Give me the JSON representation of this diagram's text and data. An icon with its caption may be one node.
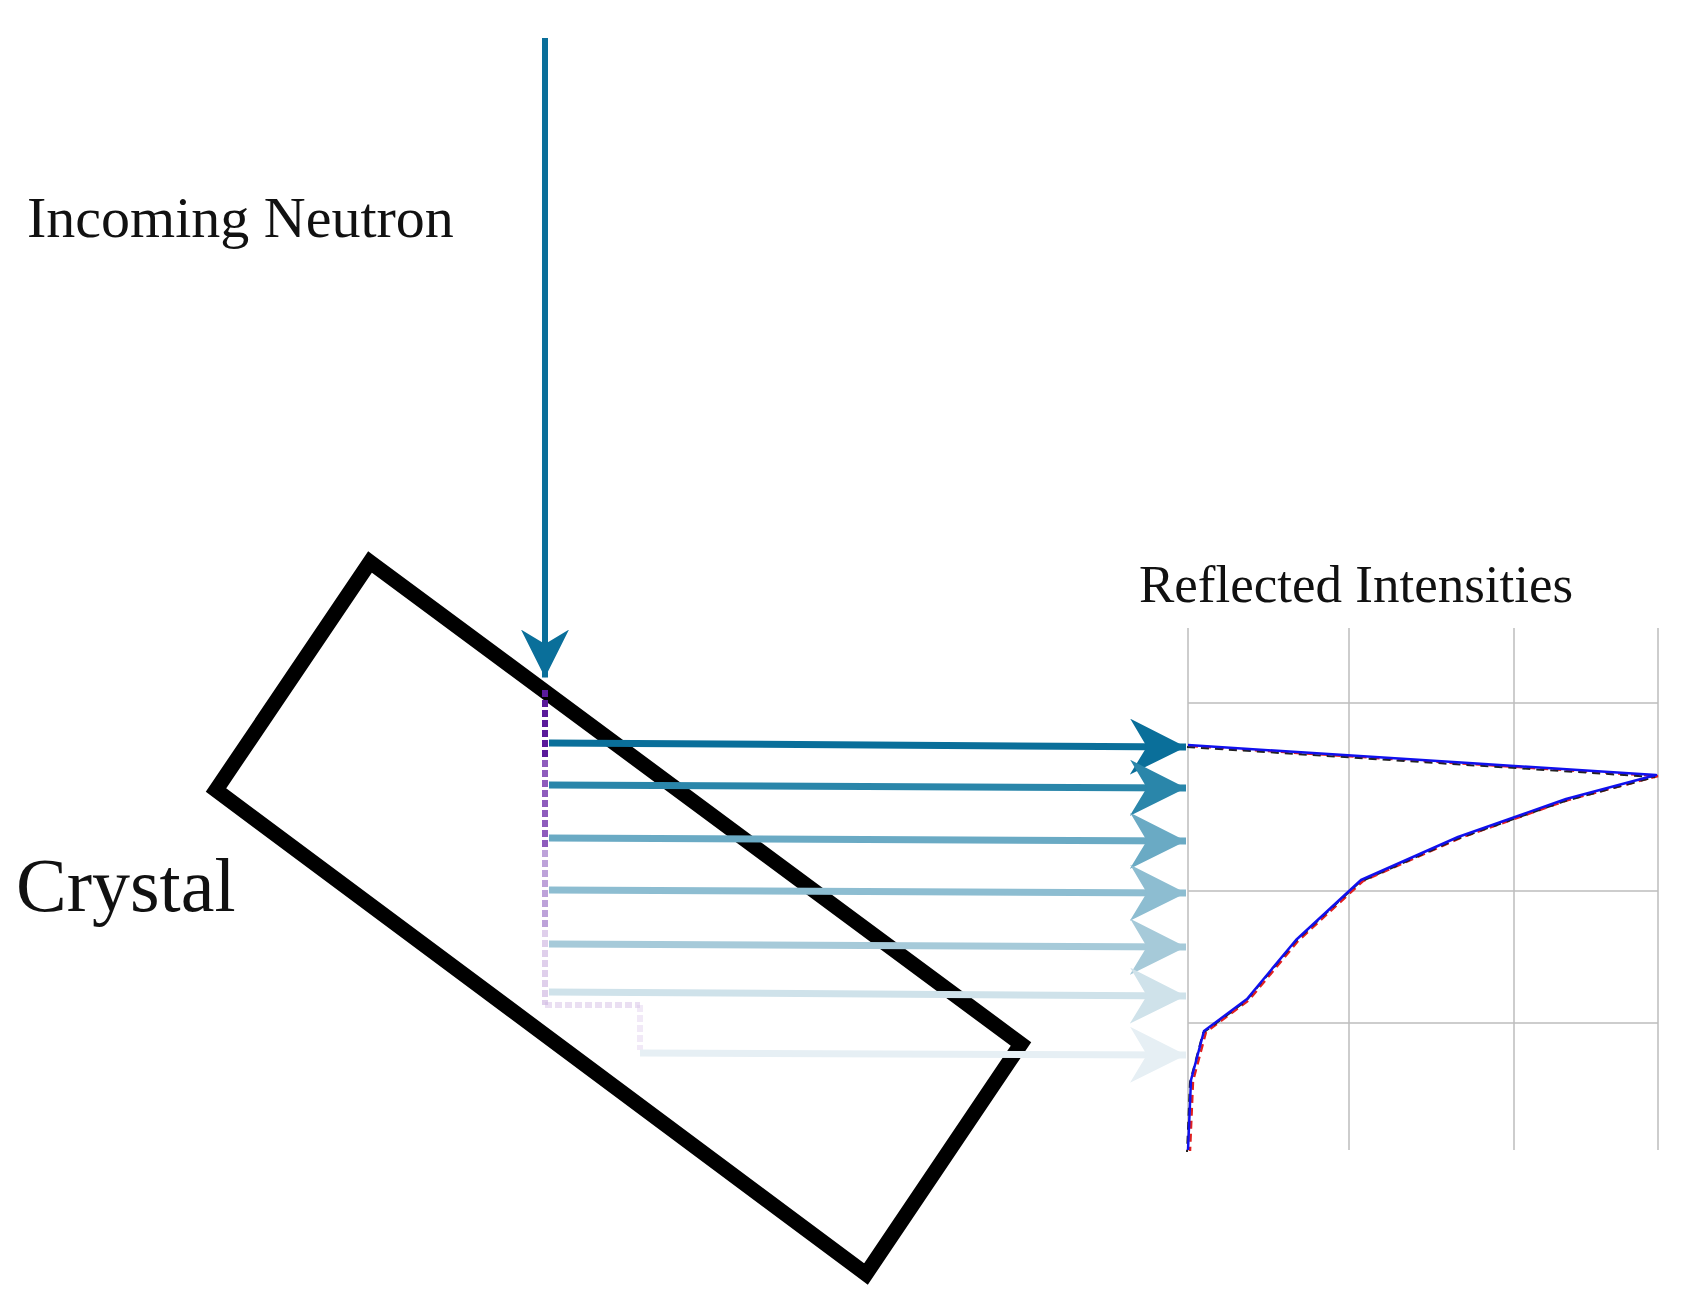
{
  "diagram": {
    "nodes": [
      {
        "text": [
          "Crystal"
        ]
      },
      {
        "text": [
          "Reflected Intensities"
        ]
      }
    ],
    "edges": [
      {
        "from": null,
        "to": 0,
        "arrow": "to",
        "label": "Incoming Neutron"
      },
      {
        "from": 0,
        "to": 1,
        "arrow": "to",
        "color": "#0a6f9a"
      },
      {
        "from": 0,
        "to": 1,
        "arrow": "to",
        "color": "#2a86aa"
      },
      {
        "from": 0,
        "to": 1,
        "arrow": "to",
        "color": "#6aaac4"
      },
      {
        "from": 0,
        "to": 1,
        "arrow": "to",
        "color": "#8dbdd1"
      },
      {
        "from": 0,
        "to": 1,
        "arrow": "to",
        "color": "#a6cad9"
      },
      {
        "from": 0,
        "to": 1,
        "arrow": "to",
        "color": "#cfe2ea"
      },
      {
        "from": 0,
        "to": 1,
        "arrow": "to",
        "color": "#e6eff4"
      }
    ]
  }
}
